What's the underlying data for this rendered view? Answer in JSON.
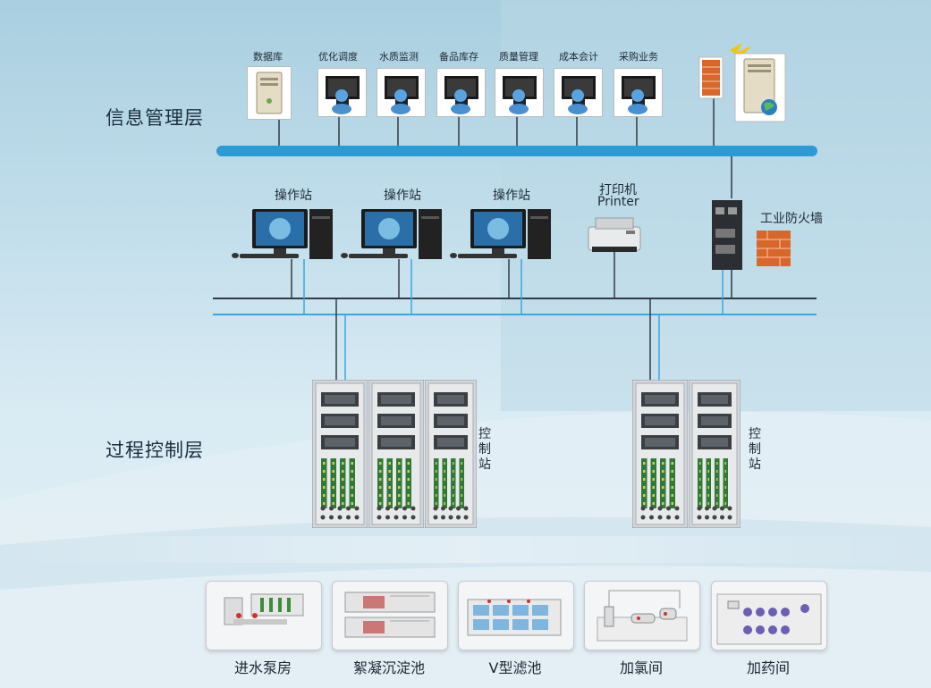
{
  "layers": {
    "info": "信息管理层",
    "process": "过程控制层"
  },
  "info_nodes": [
    "数据库",
    "优化调度",
    "水质监测",
    "备品库存",
    "质量管理",
    "成本会计",
    "采购业务"
  ],
  "operator_stations": [
    "操作站",
    "操作站",
    "操作站"
  ],
  "printer": {
    "line1": "打印机",
    "line2": "Printer"
  },
  "firewall": "工业防火墙",
  "control_stations": [
    "控制站",
    "控制站"
  ],
  "facilities": [
    "进水泵房",
    "絮凝沉淀池",
    "V型滤池",
    "加氯间",
    "加药间"
  ],
  "colors": {
    "bus_blue": "#2b9bd6",
    "line_dark": "#2f3a44",
    "line_blue": "#3aa6e0"
  }
}
